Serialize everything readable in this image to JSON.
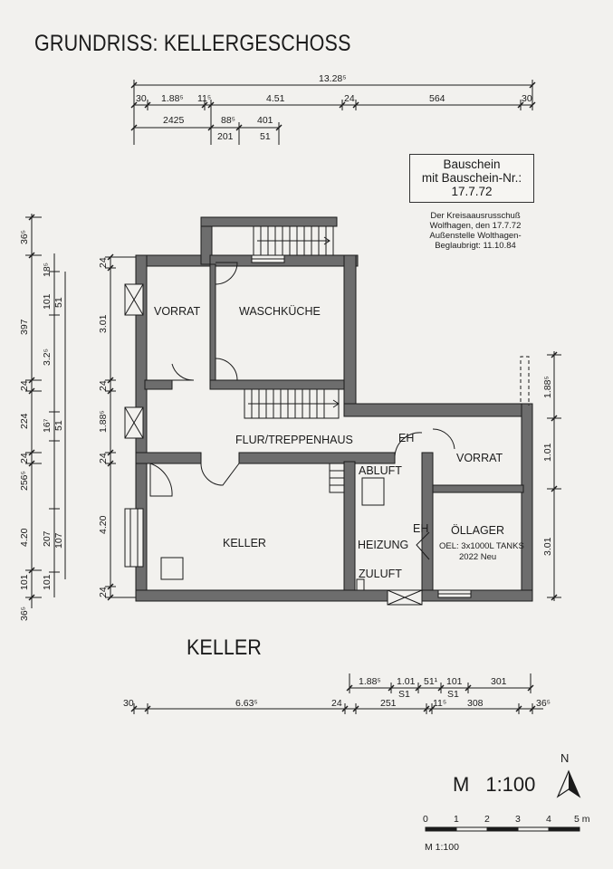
{
  "title": "GRUNDRISS: KELLERGESCHOSS",
  "floor_label": "KELLER",
  "permit": {
    "lines": [
      "Bauschein",
      "mit Bauschein-Nr.:",
      "17.7.72"
    ],
    "note": [
      "Der Kreisaausrusschuß",
      "Wolfhagen, den 17.7.72",
      "Außenstelle Wolthagen-",
      "Beglaubrigt: 11.10.84"
    ]
  },
  "rooms": {
    "vorrat_left": "VORRAT",
    "waschkueche": "WASCHKÜCHE",
    "flur": "FLUR/TREPPENHAUS",
    "eh_top": "EH",
    "vorrat_right": "VORRAT",
    "abluft": "ABLUFT",
    "keller": "KELLER",
    "heizung": "HEIZUNG",
    "eh_mid": "EH",
    "oellager": "ÖLLAGER",
    "oellager_note1": "OEL: 3x1000L TANKS",
    "oellager_note2": "2022 Neu",
    "zuluft": "ZULUFT"
  },
  "dimensions": {
    "top_total": "13.28⁵",
    "top_row1": [
      "30",
      "1.88⁵",
      "11⁵",
      "4.51",
      "24",
      "564",
      "30"
    ],
    "top_row2a": [
      "2425",
      "88⁵",
      "401"
    ],
    "top_row2b": [
      "201",
      "51"
    ],
    "left_outer": [
      "36⁵",
      "397",
      "24",
      "224",
      "24",
      "256⁵",
      "4.20",
      "101",
      "36⁵"
    ],
    "left_mid": [
      "18⁵",
      "101",
      "3.2⁵",
      "16⁷",
      "207",
      "101"
    ],
    "left_inner": [
      "51",
      "51",
      "107"
    ],
    "left_rooms": [
      "24",
      "3.01",
      "24",
      "1.88⁵",
      "24",
      "4.20",
      "24"
    ],
    "right": [
      "1.88⁵",
      "1.01",
      "3.01"
    ],
    "bottom_row1": [
      "1.88⁵",
      "1.01",
      "51¹",
      "101",
      "301"
    ],
    "bottom_row1_sub": [
      "S1",
      "S1"
    ],
    "bottom_row2": [
      "30",
      "6.63⁵",
      "24",
      "251",
      "11⁵",
      "308",
      "36⁵"
    ]
  },
  "scale": {
    "label": "M",
    "ratio": "1:100",
    "bar_ticks": [
      "0",
      "1",
      "2",
      "3",
      "4",
      "5 m"
    ],
    "bar_caption": "M 1:100",
    "north": "N"
  }
}
